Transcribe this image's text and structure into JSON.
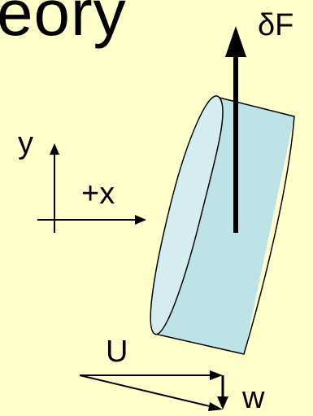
{
  "title_fragment": "eory",
  "labels": {
    "force": "δF",
    "y_axis": "y",
    "x_axis": "+x",
    "velocity": "U",
    "induced": "w"
  },
  "colors": {
    "background": "#ffffcc",
    "disk_face": "#bde3e6",
    "disk_side": "#d4eef0",
    "ink": "#000000"
  }
}
